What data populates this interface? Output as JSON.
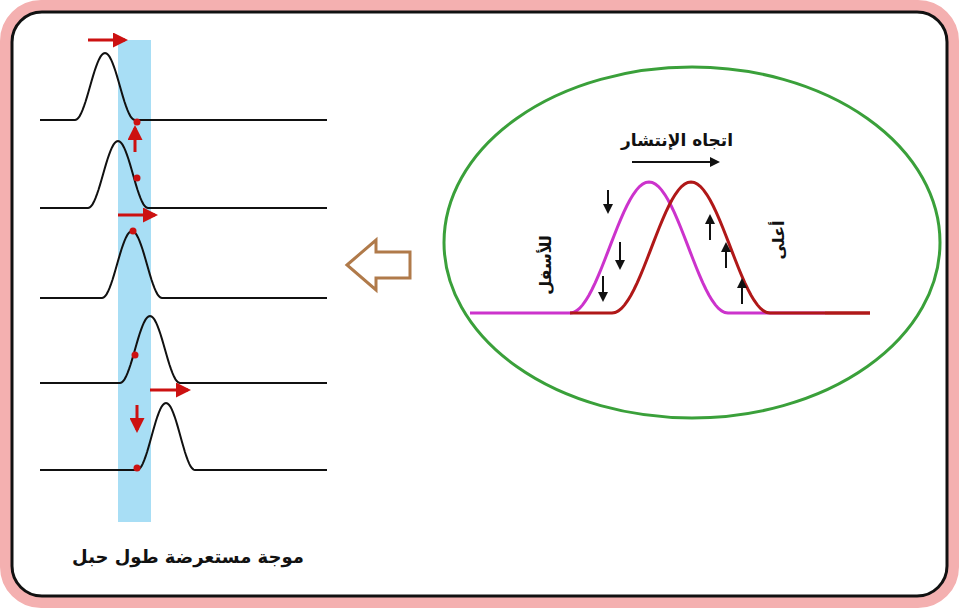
{
  "diagram": {
    "caption": "موجة مستعرضة طول حبل",
    "nodes": [
      {
        "text": [
          "اتجاه الإنتشار",
          "للأسفل",
          "أعلى"
        ]
      }
    ]
  }
}
